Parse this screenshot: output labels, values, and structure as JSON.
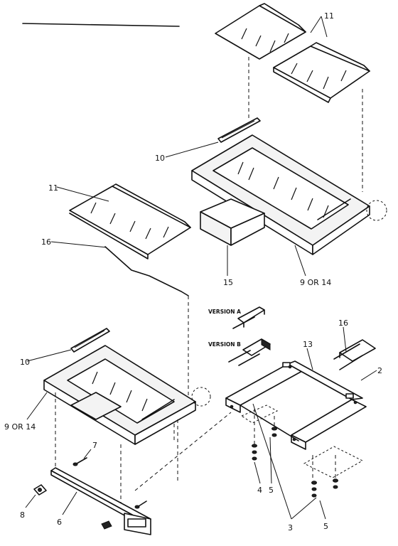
{
  "callouts": {
    "c11_top": "11",
    "c10_top": "10",
    "c15": "15",
    "c9_top": "9 OR 14",
    "c11_mid": "11",
    "c16": "16",
    "c10_bot": "10",
    "c9_bot": "9 OR 14",
    "c7": "7",
    "c8": "8",
    "c6": "6",
    "c16_right": "16",
    "c13": "13",
    "c2": "2",
    "c4": "4",
    "c5a": "5",
    "c3": "3",
    "c5b": "5"
  },
  "version_labels": {
    "a": "VERSION A",
    "b": "VERSION B"
  },
  "colors": {
    "ink": "#111111",
    "paper": "#ffffff"
  }
}
